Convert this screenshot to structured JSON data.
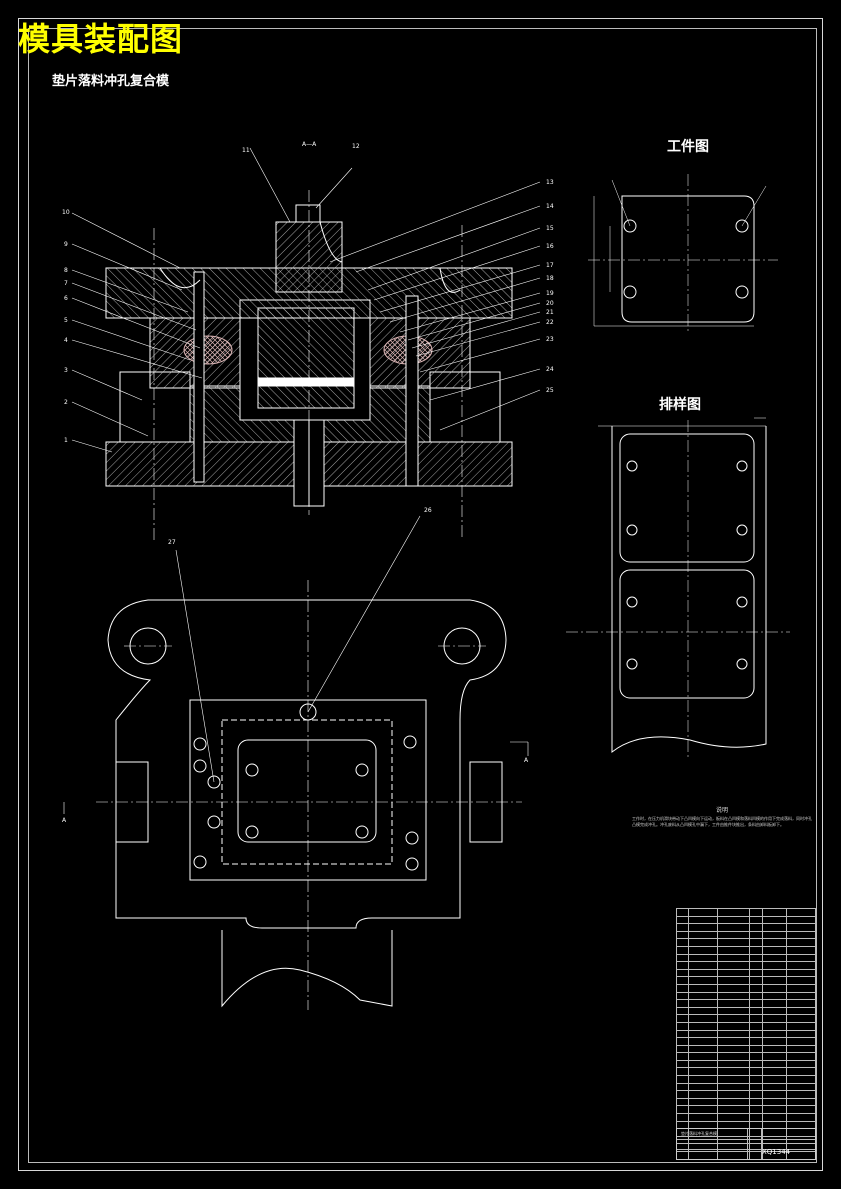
{
  "titles": {
    "main": "模具装配图",
    "sub": "垫片落料冲孔复合模",
    "workpiece": "工件图",
    "layout": "排样图"
  },
  "section": {
    "view_label": "A—A",
    "cut_left": "A",
    "cut_right": "A"
  },
  "callouts": {
    "left": [
      "10",
      "9",
      "8",
      "7",
      "6",
      "5",
      "4",
      "3",
      "2",
      "1"
    ],
    "top": [
      "11",
      "12"
    ],
    "right": [
      "13",
      "14",
      "15",
      "16",
      "17",
      "18",
      "19",
      "20",
      "21",
      "22",
      "23",
      "24",
      "25"
    ],
    "plan": [
      "27",
      "26"
    ]
  },
  "notes": {
    "heading": "说明",
    "text": "工作时，在压力机滑块带动下凸凹模向下运动，板料在凸凹模和落料凹模的作用下完成落料，同时冲孔凸模完成冲孔。冲孔废料从凸凹模孔中漏下，工件由推件块推出，条料由卸料板卸下。"
  },
  "title_block": {
    "name": "垫片落料冲孔复合模",
    "code": "XQ1344"
  },
  "colors": {
    "title": "#ffff00",
    "lines": "#ffffff",
    "rubber": "#d9b3b3",
    "hatch": "#cfcfcf"
  }
}
